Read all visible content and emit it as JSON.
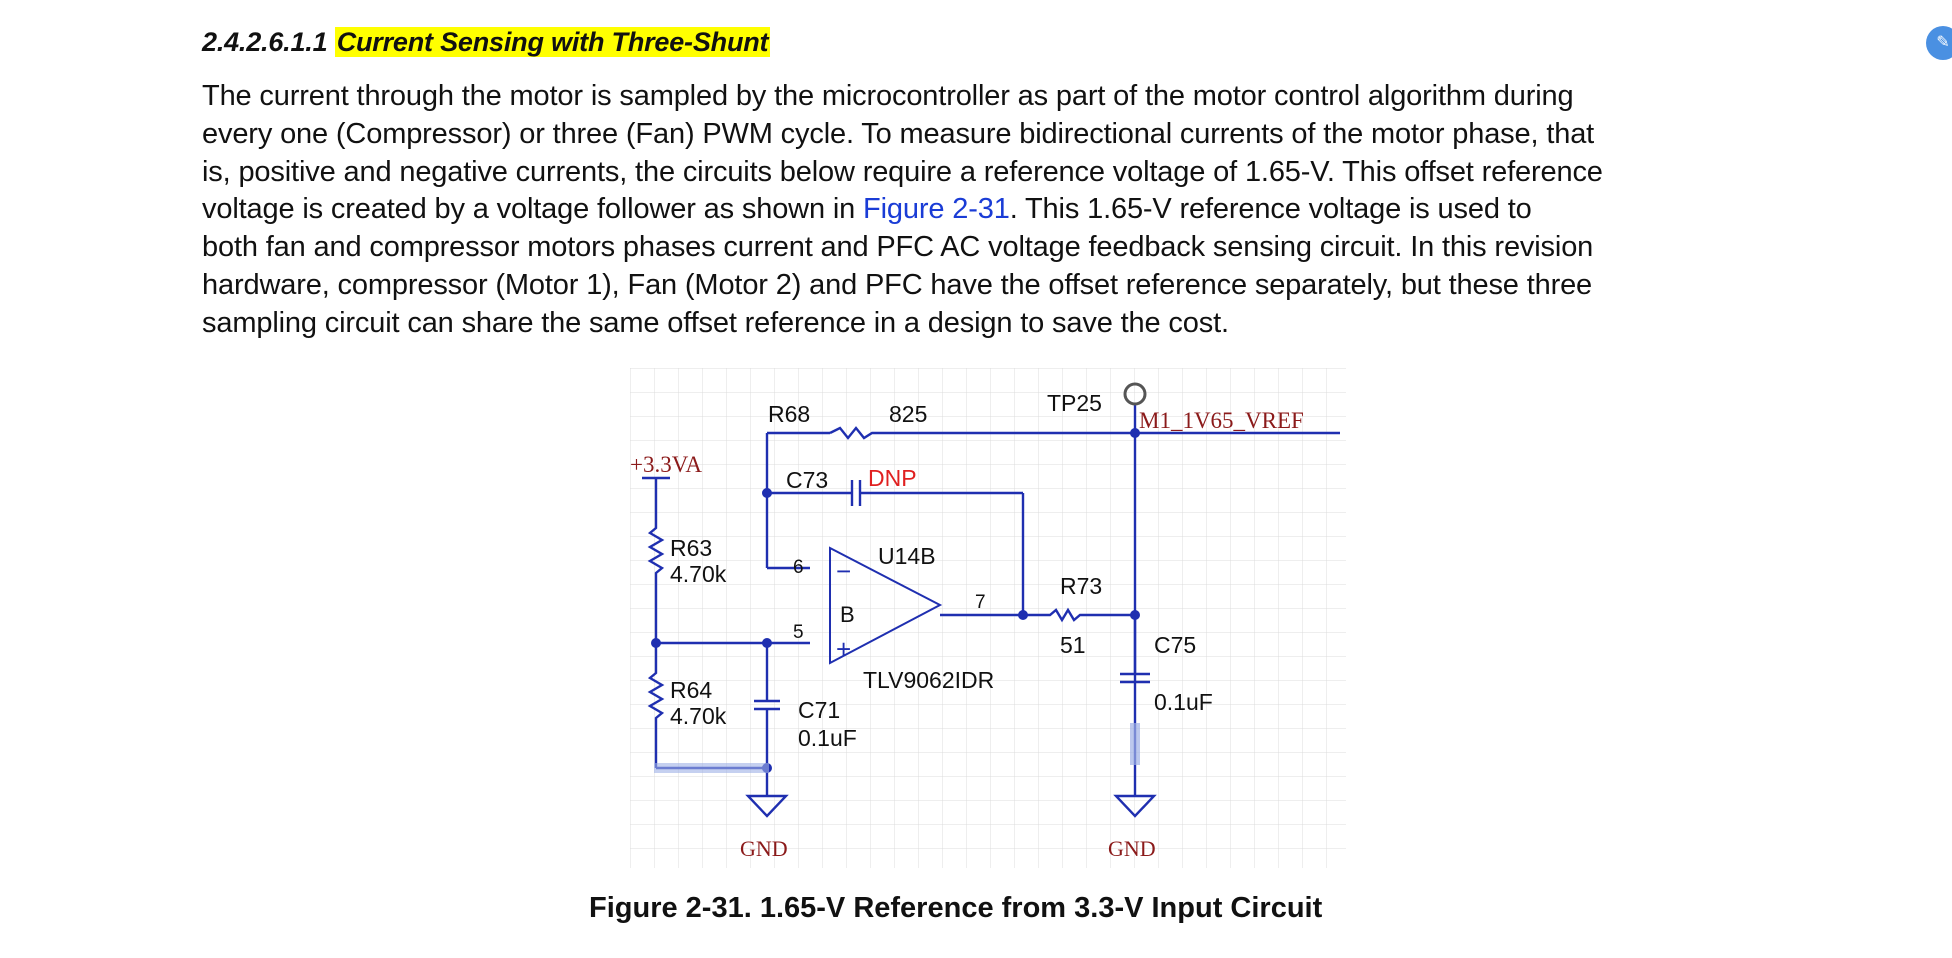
{
  "section": {
    "number": "2.4.2.6.1.1",
    "title": "Current Sensing with Three-Shunt"
  },
  "paragraph": {
    "line1": "The current through the motor is sampled by the microcontroller as part of the motor control algorithm during",
    "line2": "every one (Compressor) or three (Fan) PWM cycle. To measure bidirectional currents of the motor phase, that",
    "line3": "is, positive and negative currents, the circuits below require a reference voltage of 1.65-V. This offset reference",
    "line4_a": "voltage is created by a voltage follower as shown in ",
    "line4_link": "Figure 2-31",
    "line4_b": ". This 1.65-V reference voltage is used to",
    "line5": "both fan and compressor motors phases current and PFC AC voltage feedback sensing circuit. In this revision",
    "line6": "hardware, compressor (Motor 1), Fan (Motor 2) and PFC have the offset reference separately, but these three",
    "line7": "sampling circuit can share the same offset reference in a design to save the cost."
  },
  "schematic": {
    "supply": "+3.3VA",
    "r68_name": "R68",
    "r68_value": "825",
    "tp": "TP25",
    "net": "M1_1V65_VREF",
    "c73_name": "C73",
    "c73_value": "DNP",
    "r63_name": "R63",
    "r63_value": "4.70k",
    "u14_name": "U14B",
    "u14_part": "TLV9062IDR",
    "u14_unit": "B",
    "pin6": "6",
    "pin5": "5",
    "pin7": "7",
    "minus": "−",
    "plus": "+",
    "r73_name": "R73",
    "r73_value": "51",
    "c75_name": "C75",
    "c75_value": "0.1uF",
    "r64_name": "R64",
    "r64_value": "4.70k",
    "c71_name": "C71",
    "c71_value": "0.1uF",
    "gnd_left": "GND",
    "gnd_right": "GND"
  },
  "caption": "Figure 2-31. 1.65-V Reference from 3.3-V Input Circuit",
  "colors": {
    "wire": "#1f2fb0",
    "grid": "#dcdcdc",
    "dnp": "#e02020",
    "net_label": "#8b1a1a",
    "highlight": "#ffff00",
    "link": "#1a3cd6"
  },
  "side_icon": "document-badge-icon"
}
